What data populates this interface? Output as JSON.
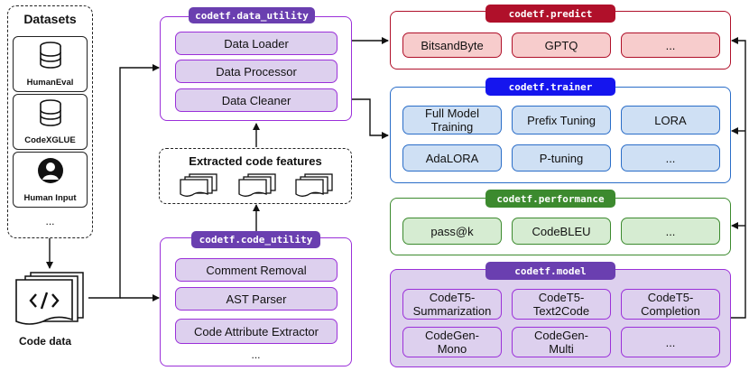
{
  "datasets": {
    "title": "Datasets",
    "items": [
      "HumanEval",
      "CodeXGLUE",
      "Human Input"
    ],
    "more": "..."
  },
  "code_data": {
    "label": "Code data"
  },
  "data_utility": {
    "tag": "codetf.data_utility",
    "items": [
      "Data Loader",
      "Data Processor",
      "Data Cleaner"
    ]
  },
  "features": {
    "title": "Extracted code features"
  },
  "code_utility": {
    "tag": "codetf.code_utility",
    "items": [
      "Comment Removal",
      "AST Parser",
      "Code Attribute Extractor"
    ],
    "more": "..."
  },
  "predict": {
    "tag": "codetf.predict",
    "items": [
      "BitsandByte",
      "GPTQ",
      "..."
    ]
  },
  "trainer": {
    "tag": "codetf.trainer",
    "items": [
      "Full Model\nTraining",
      "Prefix Tuning",
      "LORA",
      "AdaLORA",
      "P-tuning",
      "..."
    ]
  },
  "performance": {
    "tag": "codetf.performance",
    "items": [
      "pass@k",
      "CodeBLEU",
      "..."
    ]
  },
  "model": {
    "tag": "codetf.model",
    "items": [
      "CodeT5-\nSummarization",
      "CodeT5-\nText2Code",
      "CodeT5-\nCompletion",
      "CodeGen-\nMono",
      "CodeGen-\nMulti",
      "..."
    ]
  },
  "colors": {
    "purple": "#9b30d9",
    "purple_tag": "#6a3fb0",
    "red": "#b0102a",
    "blue": "#2a6dc8",
    "blue_tag": "#1515ee",
    "green": "#3c8a2e"
  }
}
